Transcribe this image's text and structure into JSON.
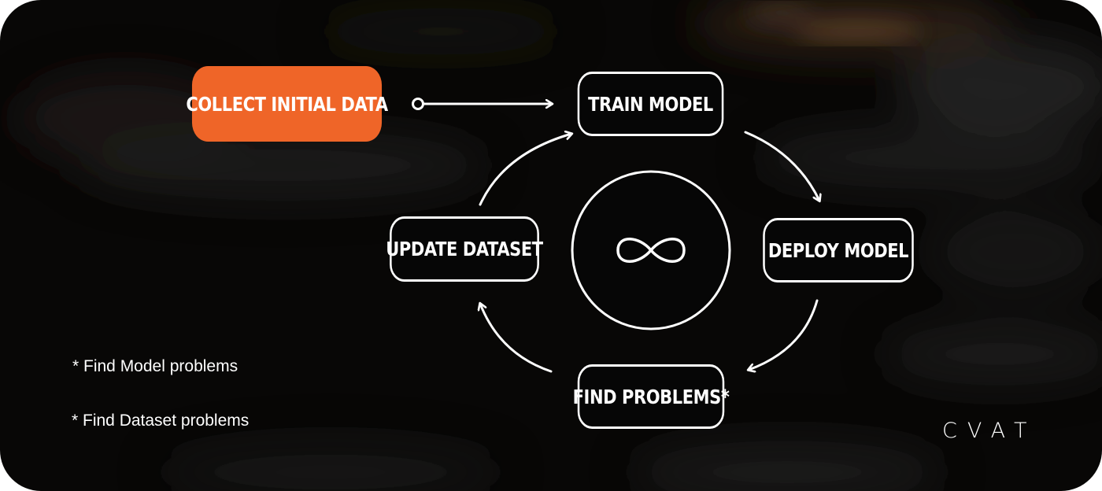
{
  "diagram": {
    "start_step": "COLLECT INITIAL DATA",
    "cycle_steps": {
      "train": "TRAIN MODEL",
      "deploy": "DEPLOY MODEL",
      "find": "FIND PROBLEMS*",
      "update": "UPDATE DATASET"
    },
    "center_icon": "infinity-icon"
  },
  "notes": [
    "* Find Model problems",
    "* Find Dataset problems"
  ],
  "brand": {
    "logo_text": "CVAT"
  },
  "colors": {
    "background": "#080706",
    "accent": "#ef6528",
    "foreground": "#ffffff"
  }
}
